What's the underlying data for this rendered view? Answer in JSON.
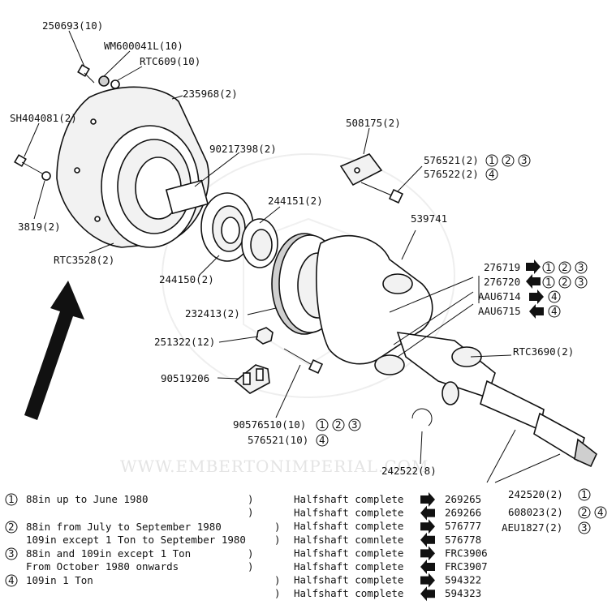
{
  "watermark": "WWW.EMBERTONIMPERIAL.COM",
  "labels": {
    "p250693": "250693(10)",
    "wm600041l": "WM600041L(10)",
    "rtc609": "RTC609(10)",
    "p235968": "235968(2)",
    "sh404081": "SH404081(2)",
    "p3819": "3819(2)",
    "rtc3528": "RTC3528(2)",
    "p90217398": "90217398(2)",
    "p244151": "244151(2)",
    "p244150": "244150(2)",
    "p508175": "508175(2)",
    "p576521_a": "576521(2)",
    "p576522": "576522(2)",
    "p539741": "539741",
    "p276719": "276719",
    "p276720": "276720",
    "aau6714": "AAU6714",
    "aau6715": "AAU6715",
    "p232413": "232413(2)",
    "p251322": "251322(12)",
    "rtc3690": "RTC3690(2)",
    "p90519206": "90519206",
    "p90576510": "90576510(10)",
    "p576521_b": "576521(10)",
    "p242522": "242522(8)",
    "p242520": "242520(2)",
    "p608023": "608023(2)",
    "aeu1827": "AEU1827(2)"
  },
  "circled": {
    "c1": "1",
    "c2": "2",
    "c3": "3",
    "c4": "4"
  },
  "footer": {
    "notes": [
      {
        "num": "1",
        "lines": [
          "88in up to June 1980"
        ]
      },
      {
        "num": "2",
        "lines": [
          "88in from July to September 1980",
          "109in except 1 Ton to September 1980"
        ]
      },
      {
        "num": "3",
        "lines": [
          "88in and 109in except 1 Ton",
          "From October 1980 onwards"
        ]
      },
      {
        "num": "4",
        "lines": [
          "109in 1 Ton"
        ]
      }
    ],
    "halfshafts": [
      {
        "label": "Halfshaft complete",
        "dir": "right",
        "part": "269265"
      },
      {
        "label": "Halfshaft complete",
        "dir": "left",
        "part": "269266"
      },
      {
        "label": "Halfshaft complete",
        "dir": "right",
        "part": "576777"
      },
      {
        "label": "Halfshaft comnlete",
        "dir": "left",
        "part": "576778"
      },
      {
        "label": "Halfshaft complete",
        "dir": "right",
        "part": "FRC3906"
      },
      {
        "label": "Halfshaft complete",
        "dir": "left",
        "part": "FRC3907"
      },
      {
        "label": "Halfshaft complete",
        "dir": "right",
        "part": "594322"
      },
      {
        "label": "Halfshaft complete",
        "dir": "left",
        "part": "594323"
      }
    ]
  }
}
